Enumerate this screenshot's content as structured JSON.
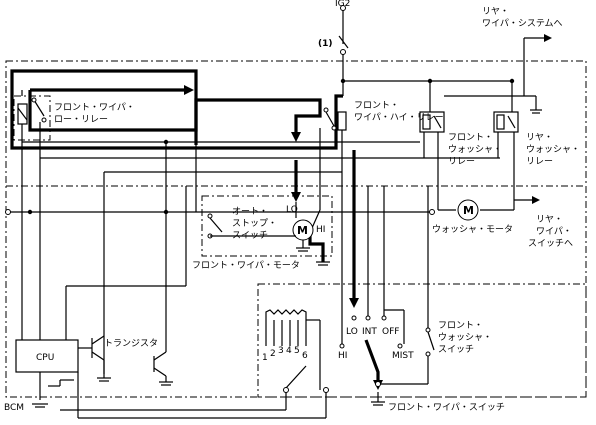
{
  "labels": {
    "ig2": "IG2",
    "fuse_ref": "(1)",
    "rear_wiper_system_1": "リヤ・",
    "rear_wiper_system_2": "ワイパ・システムへ",
    "front_wiper_low_relay_1": "フロント・ワイパ・",
    "front_wiper_low_relay_2": "ロー・リレー",
    "front_wiper_high_relay_1": "フロント・",
    "front_wiper_high_relay_2": "ワイパ・ハイ・リレー",
    "front_washer_relay_1": "フロント・",
    "front_washer_relay_2": "ウォッシャ・",
    "front_washer_relay_3": "リレー",
    "rear_washer_relay_1": "リヤ・",
    "rear_washer_relay_2": "ウォッシャ・",
    "rear_washer_relay_3": "リレー",
    "auto_stop_switch_1": "オート・",
    "auto_stop_switch_2": "ストップ・",
    "auto_stop_switch_3": "スイッチ",
    "motor_lo": "LO",
    "motor_hi": "HI",
    "motor_symbol": "M",
    "front_wiper_motor": "フロント・ワイパ・モータ",
    "washer_motor": "ウォッシャ・モータ",
    "washer_motor_symbol": "M",
    "rear_wiper_switch_1": "リヤ・",
    "rear_wiper_switch_2": "ワイパ・",
    "rear_wiper_switch_3": "スイッチへ",
    "cpu": "CPU",
    "transistor": "トランジスタ",
    "bcm": "BCM",
    "sw_lo": "LO",
    "sw_int": "INT",
    "sw_off": "OFF",
    "sw_hi": "HI",
    "sw_mist": "MIST",
    "int_1": "1",
    "int_2": "2",
    "int_3": "3",
    "int_4": "4",
    "int_5": "5",
    "int_6": "6",
    "front_washer_switch_1": "フロント・",
    "front_washer_switch_2": "ウォッシャ・",
    "front_washer_switch_3": "スイッチ",
    "front_wiper_switch": "フロント・ワイパ・スイッチ"
  },
  "colors": {
    "line": "#000000",
    "background": "#ffffff"
  }
}
